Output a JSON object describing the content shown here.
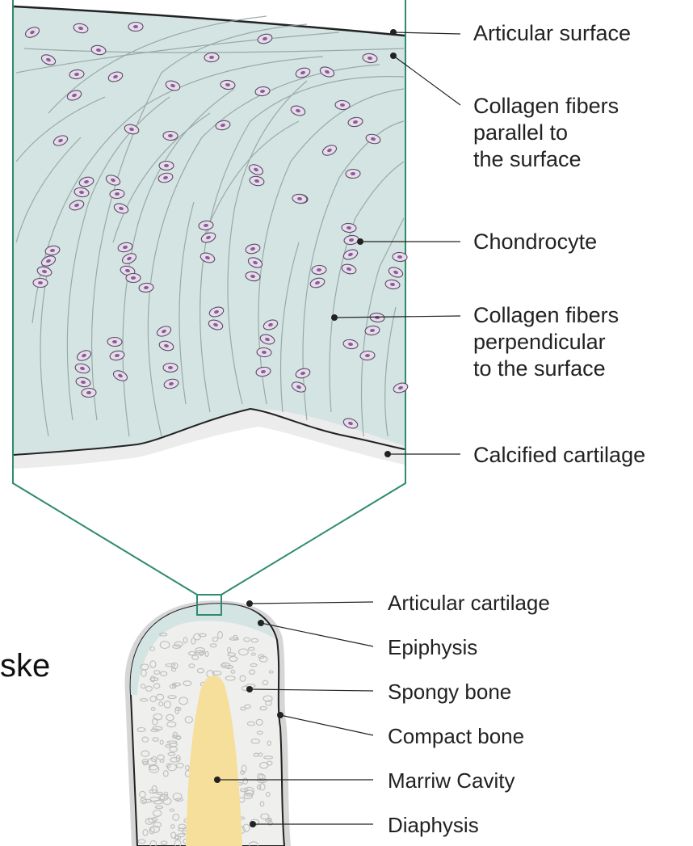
{
  "upper_labels": [
    {
      "id": "articular-surface",
      "lines": [
        "Articular surface"
      ]
    },
    {
      "id": "collagen-parallel",
      "lines": [
        "Collagen fibers",
        "parallel to",
        "the surface"
      ]
    },
    {
      "id": "chondrocyte",
      "lines": [
        "Chondrocyte"
      ]
    },
    {
      "id": "collagen-perpendicular",
      "lines": [
        "Collagen fibers",
        "perpendicular",
        "to the surface"
      ]
    },
    {
      "id": "calcified-cartilage",
      "lines": [
        "Calcified cartilage"
      ]
    }
  ],
  "lower_labels": [
    {
      "id": "articular-cartilage",
      "text": "Articular cartilage"
    },
    {
      "id": "epiphysis",
      "text": "Epiphysis"
    },
    {
      "id": "spongy-bone",
      "text": "Spongy bone"
    },
    {
      "id": "compact-bone",
      "text": "Compact bone"
    },
    {
      "id": "marrow-cavity",
      "text": "Marriw Cavity"
    },
    {
      "id": "diaphysis",
      "text": "Diaphysis"
    }
  ],
  "edge_text": "ske",
  "colors": {
    "cartilage": "#d3e4e3",
    "frame": "#2e8b6f",
    "cell_fill": "#e6dcea",
    "cell_stroke": "#5b4a66",
    "cell_nucleus": "#8a5c99",
    "bone_fill": "#efefed",
    "marrow": "#f6df9a",
    "calcified": "#ececec"
  }
}
